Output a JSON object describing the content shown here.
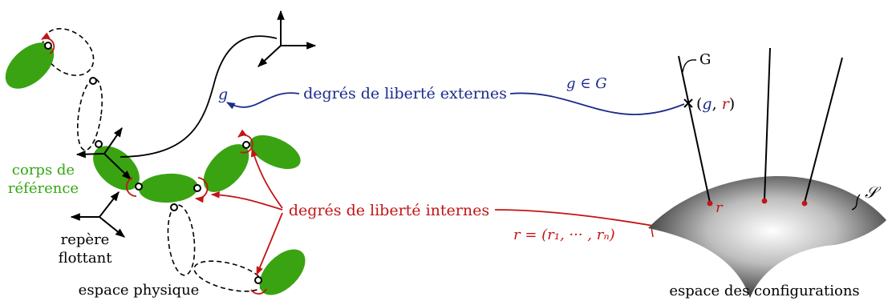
{
  "colors": {
    "body_green": "#3aa312",
    "internal_red": "#c41414",
    "external_blue": "#1b2b8c",
    "ink": "#000000",
    "green_label": "#33a612"
  },
  "labels": {
    "reference_body": [
      "corps de",
      "référence"
    ],
    "floating_frame": [
      "repère",
      "flottant"
    ],
    "physical_space": "espace physique",
    "config_space": "espace des configurations",
    "external_dof": "degrés de liberté externes",
    "internal_dof": "degrés de liberté internes",
    "g": "g",
    "g_in_G": "g ∈ G",
    "fiber_G": "G",
    "point_g": "g",
    "point_r": "r",
    "r_label": "r",
    "r_definition": "r = (r₁, ··· , rₙ)",
    "manifold_S": "𝒮"
  }
}
